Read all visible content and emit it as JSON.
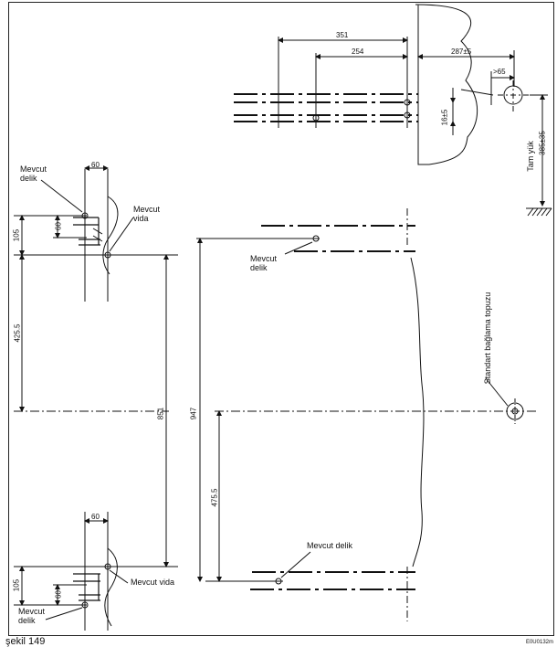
{
  "caption": "şekil 149",
  "reference_code": "E0U0132m",
  "labels": {
    "mevcut_delik_top_left": "Mevcut delik",
    "mevcut_vida_top": "Mevcut vida",
    "mevcut_delik_center": "Mevcut delik",
    "mevcut_delik_bottom_right": "Mevcut delik",
    "mevcut_vida_bottom": "Mevcut vida",
    "mevcut_delik_bottom_left": "Mevcut delik",
    "tam_yuk": "Tam yük",
    "standart_baglama": "Standart bağlama topuzu"
  },
  "dimensions": {
    "d351": "351",
    "d254": "254",
    "d287": "287±5",
    "d65": ">65",
    "d16": "16±5",
    "d385": "385±35",
    "d60_top": "60",
    "d60_top_side": "60",
    "d105_top": "105",
    "d425": "425.5",
    "d851": "851",
    "d947": "947",
    "d475": "475.5",
    "d60_bottom": "60",
    "d105_bottom": "105",
    "d60_bottom_side": "60"
  }
}
